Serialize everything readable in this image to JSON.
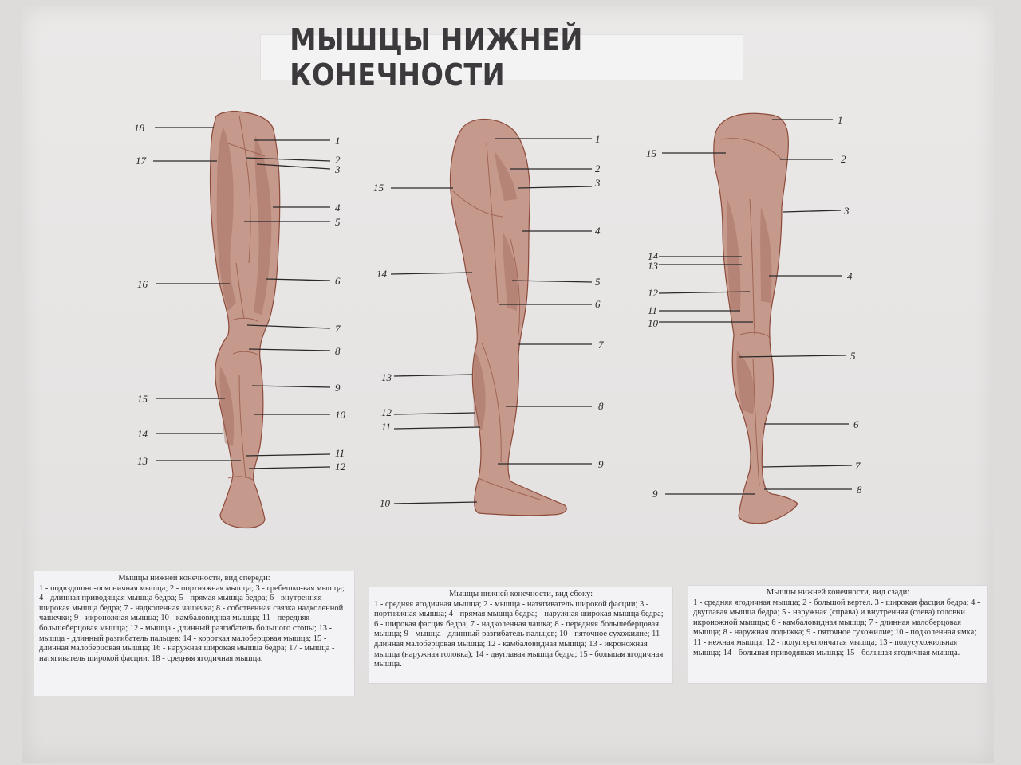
{
  "title": "МЫШЦЫ НИЖНЕЙ КОНЕЧНОСТИ",
  "colors": {
    "muscle": "#c59a8c",
    "outline": "#8d4a3b",
    "paper": "#e8e6e5"
  },
  "figures": {
    "front": {
      "left_labels": [
        "18",
        "17",
        "16",
        "15",
        "14",
        "13"
      ],
      "right_labels": [
        "1",
        "2",
        "3",
        "4",
        "5",
        "6",
        "7",
        "8",
        "9",
        "10",
        "11",
        "12"
      ]
    },
    "side": {
      "left_labels": [
        "15",
        "14",
        "13",
        "12",
        "11",
        "10"
      ],
      "right_labels": [
        "1",
        "2",
        "3",
        "4",
        "5",
        "6",
        "7",
        "8",
        "9"
      ]
    },
    "back": {
      "left_labels": [
        "15",
        "14",
        "13",
        "12",
        "11",
        "10",
        "9"
      ],
      "right_labels": [
        "1",
        "2",
        "3",
        "4",
        "5",
        "6",
        "7",
        "8"
      ]
    }
  },
  "captions": {
    "front": {
      "title": "Мышцы нижней конечности, вид спереди:",
      "text": "1 - подвздошно-поясничная мышца; 2 - портняжная мышца; 3 - гребешко-вая мышца; 4 - длинная приводящая мышца бедра; 5 - прямая мышца бедра; 6 - внутренняя широкая мышца бедра; 7 - надколенная чашечка; 8 - собственная связка надколенной чашечки; 9 - икроножная мышца; 10 - камбаловидная мышца; 11 - передняя большеберцовая мышца; 12 - мышца - длинный разгибатель большого стопы; 13 - мышца - длинный разгибатель пальцев; 14 - короткая малоберцовая мышца; 15 - длинная малоберцовая мышца; 16 - наружная широкая мышца бедра; 17 - мышца - натягиватель широкой фасции; 18 - средняя ягодичная мышца."
    },
    "side": {
      "title": "Мышцы нижней конечности, вид сбоку:",
      "text": "1 - средняя ягодичная мышца; 2 - мышца - натягиватель широкой фасции; 3 - портняжная мышца; 4 - прямая мышца бедра; - наружная широкая мышца бедра; 6 - широкая фасция бедра; 7 - надколенная чашка; 8 - передняя большеберцовая мышца; 9 - мышца - длинный разгибатель пальцев; 10 - пяточное сухожилие; 11 - длинная малоберцовая мышца; 12 - камбаловидная мышца; 13 - икроножная мышца (наружная головка); 14 - двуглавая мышца бедра; 15 - большая ягодичная мышца."
    },
    "back": {
      "title": "Мышцы нижней конечности, вид сзади:",
      "text": "1 - средняя ягодичная мышца; 2 - большой вертел. 3 - широкая фасция бедра; 4 - двуглавая мышца бедра; 5 - наружная (справа) и внутренняя (слева) головки икроножной мышцы; 6 - камбаловидная мышца; 7 - длинная малоберцовая мышца; 8 - наружная лодыжка; 9 - пяточное сухожилие; 10 - подколенная ямка; 11 - нежная мышца; 12 - полуперепончатая мышца; 13 - полусухожильная мышца; 14 - большая приводящая мышца; 15 - большая ягодичная мышца."
    }
  }
}
